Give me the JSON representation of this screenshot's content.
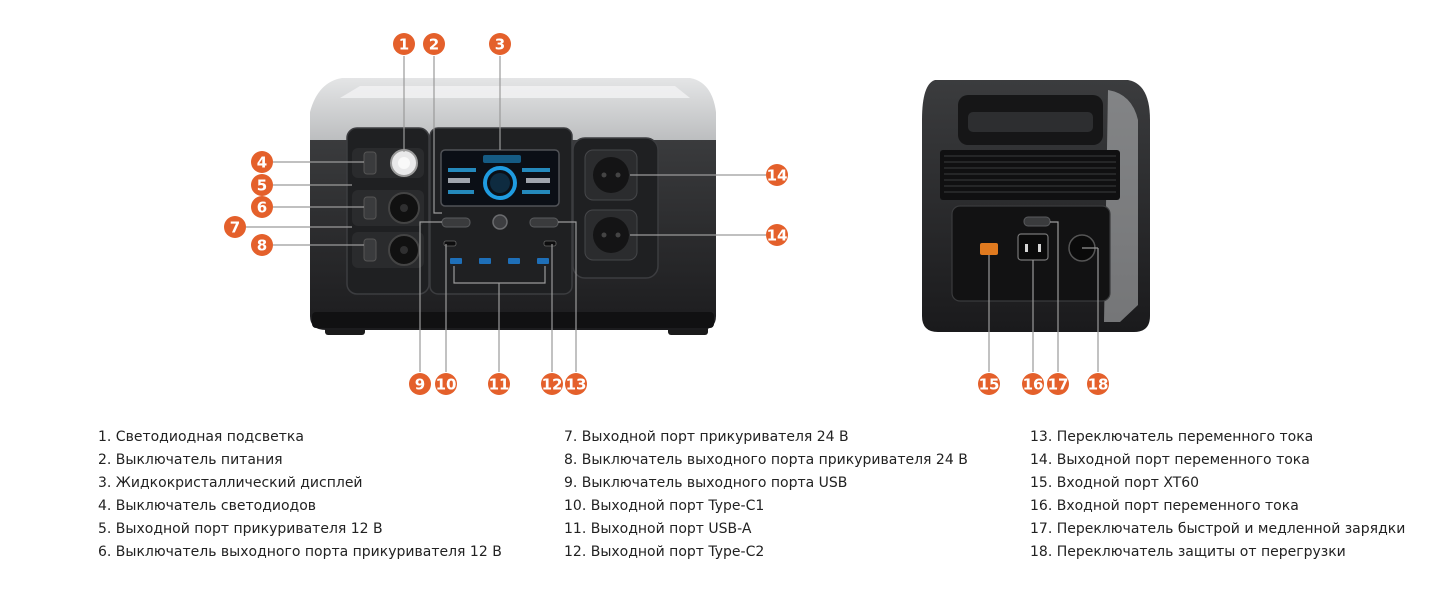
{
  "colors": {
    "accent": "#e4602b",
    "line": "#9a9a9a",
    "device_dark": "#2a2a2c",
    "device_silver": "#c9cacb",
    "screen_blue": "#1f9be0"
  },
  "callouts": [
    "1",
    "2",
    "3",
    "4",
    "5",
    "6",
    "7",
    "8",
    "9",
    "10",
    "11",
    "12",
    "13",
    "14",
    "14",
    "15",
    "16",
    "17",
    "18"
  ],
  "legend": {
    "col1": [
      "1. Светодиодная подсветка",
      "2. Выключатель питания",
      "3. Жидкокристаллический дисплей",
      "4. Выключатель светодиодов",
      "5. Выходной порт прикуривателя 12 В",
      "6. Выключатель выходного порта прикуривателя 12 В"
    ],
    "col2": [
      "7. Выходной порт прикуривателя 24 В",
      "8. Выключатель выходного порта прикуривателя 24 В",
      "9. Выключатель выходного порта USB",
      "10. Выходной порт Type-C1",
      "11. Выходной порт USB-A",
      "12. Выходной порт Type-C2"
    ],
    "col3": [
      "13. Переключатель переменного тока",
      "14. Выходной порт переменного тока",
      "15. Входной порт XT60",
      "16. Входной порт переменного тока",
      "17. Переключатель быстрой и медленной зарядки",
      "18. Переключатель защиты от перегрузки"
    ]
  }
}
